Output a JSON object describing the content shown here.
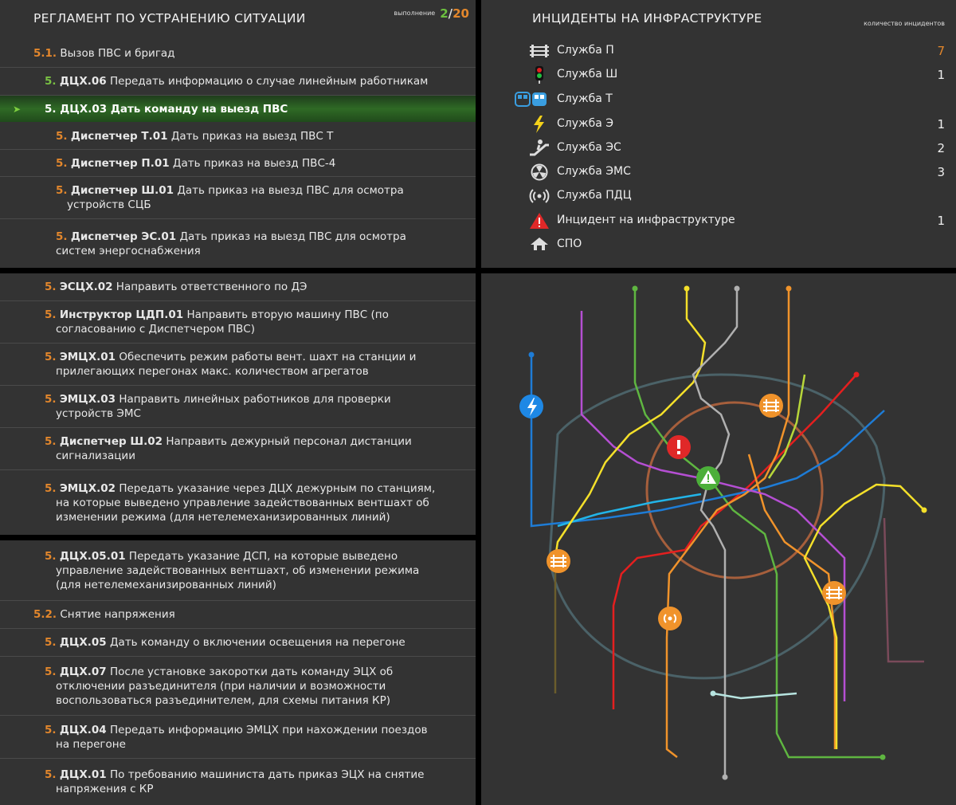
{
  "left": {
    "title": "РЕГЛАМЕНТ ПО УСТРАНЕНИЮ СИТУАЦИИ",
    "progress_label": "выполнение",
    "progress_done": "2",
    "progress_sep": "/",
    "progress_total": "20",
    "rows": [
      {
        "num": "5.1.",
        "code": "",
        "text": "Вызов ПВС и бригад"
      },
      {
        "num": "5.",
        "code": "ДЦХ.06",
        "text": "Передать информацию о случае линейным работникам"
      },
      {
        "num": "5.",
        "code": "ДЦХ.03",
        "text": "Дать команду на выезд ПВС"
      },
      {
        "num": "5.",
        "code": "Диспетчер Т.01",
        "text": "Дать приказ на выезд ПВС Т"
      },
      {
        "num": "5.",
        "code": "Диспетчер П.01",
        "text": "Дать приказ на выезд ПВС-4"
      },
      {
        "num": "5.",
        "code": "Диспетчер Ш.01",
        "text": "Дать приказ на выезд ПВС для осмотра",
        "text2": "устройств СЦБ"
      },
      {
        "num": "5.",
        "code": "Диспетчер ЭС.01",
        "text": "Дать приказ на выезд ПВС для осмотра",
        "text2": "систем энергоснабжения"
      },
      {
        "num": "5.",
        "code": "ЭСЦХ.02",
        "text": "Направить ответственного по ДЭ"
      },
      {
        "num": "5.",
        "code": "Инструктор ЦДП.01",
        "text": "Направить вторую машину ПВС (по",
        "text2": "согласованию с Диспетчером ПВС)"
      },
      {
        "num": "5.",
        "code": "ЭМЦХ.01",
        "text": "Обеспечить режим работы вент. шахт на станции и",
        "text2": "прилегающих перегонах макс. количеством агрегатов"
      },
      {
        "num": "5.",
        "code": "ЭМЦХ.03",
        "text": "Направить линейных работников для проверки",
        "text2": "устройств ЭМС"
      },
      {
        "num": "5.",
        "code": "Диспетчер Ш.02",
        "text": "Направить дежурный персонал дистанции",
        "text2": "сигнализации"
      },
      {
        "num": "5.",
        "code": "ЭМЦХ.02",
        "text": "Передать указание через ДЦХ дежурным по станциям,",
        "text2": "на которые выведено управление задействованных вентшахт об",
        "text3": "изменении режима (для нетелемеханизированных линий)"
      },
      {
        "num": "5.",
        "code": "ДЦХ.05.01",
        "text": "Передать указание ДСП, на которые выведено",
        "text2": "управление задействованных вентшахт, об изменении режима",
        "text3": "(для нетелемеханизированных линий)"
      },
      {
        "num": "5.2.",
        "code": "",
        "text": "Снятие напряжения"
      },
      {
        "num": "5.",
        "code": "ДЦХ.05",
        "text": "Дать команду о включении освещения на перегоне"
      },
      {
        "num": "5.",
        "code": "ДЦХ.07",
        "text": "После установке закоротки дать команду ЭЦХ об",
        "text2": "отключении разъединителя (при наличии и возможности",
        "text3": "воспользоваться разъединителем, для схемы питания КР)"
      },
      {
        "num": "5.",
        "code": "ДЦХ.04",
        "text": "Передать информацию ЭМЦХ при нахождении поездов",
        "text2": "на перегоне"
      },
      {
        "num": "5.",
        "code": "ДЦХ.01",
        "text": "По требованию машиниста дать приказ ЭЦХ на снятие",
        "text2": "напряжения с КР"
      }
    ]
  },
  "right": {
    "title": "ИНЦИДЕНТЫ НА ИНФРАСТРУКТУРЕ",
    "col_label": "количество инцидентов",
    "services": [
      {
        "name": "Служба П",
        "count": "7",
        "icon": "rail-track-icon"
      },
      {
        "name": "Служба Ш",
        "count": "1",
        "icon": "traffic-light-icon"
      },
      {
        "name": "Служба Т",
        "count": "",
        "icon": "train-icon"
      },
      {
        "name": "Служба Э",
        "count": "1",
        "icon": "lightning-icon"
      },
      {
        "name": "Служба ЭС",
        "count": "2",
        "icon": "escalator-icon"
      },
      {
        "name": "Служба ЭМС",
        "count": "3",
        "icon": "fan-icon"
      },
      {
        "name": "Служба ПДЦ",
        "count": "",
        "icon": "radio-icon"
      },
      {
        "name": "Инцидент на инфраструктуре",
        "count": "1",
        "icon": "warning-icon"
      },
      {
        "name": "СПО",
        "count": "",
        "icon": "home-icon"
      }
    ]
  },
  "colors": {
    "accent_orange": "#e3872c",
    "accent_green": "#79c143",
    "panel_bg": "#333333"
  }
}
